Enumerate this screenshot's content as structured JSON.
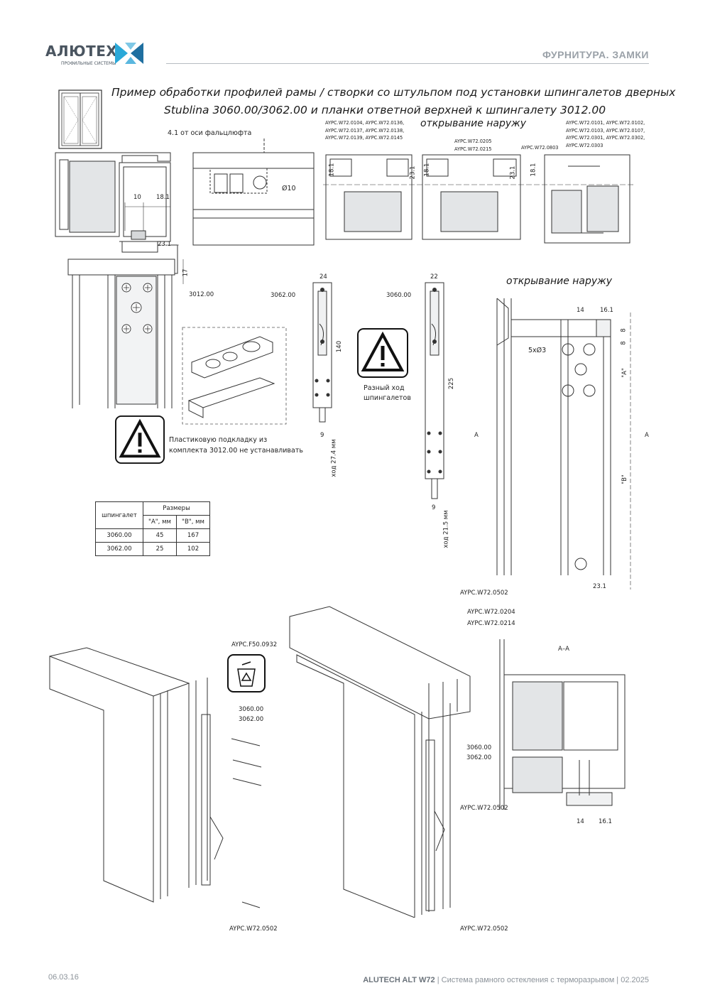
{
  "header": {
    "brand": "АЛЮТЕХ",
    "brand_sub": "ПРОФИЛЬНЫЕ СИСТЕМЫ",
    "section": "ФУРНИТУРА. ЗАМКИ",
    "accent_color": "#2aa8d8",
    "line_color": "#b7bcc1"
  },
  "title": {
    "line1": "Пример обработки профилей рамы / створки со штульпом под установки шпингалетов дверных",
    "line2": "Stublina 3060.00/3062.00 и планки ответной верхней к шпингалету 3012.00"
  },
  "labels": {
    "axis_offset": "4.1 от оси фальцлюфта",
    "d10": "Ø10",
    "d10_val": "10",
    "d18_1": "18.1",
    "d23_1": "23.1",
    "d17": "17",
    "p3012": "3012.00",
    "p3062": "3062.00",
    "p3060": "3060.00",
    "d24": "24",
    "d22": "22",
    "d140": "140",
    "d225": "225",
    "d9": "9",
    "stroke27": "ход 27.4 мм",
    "stroke21": "ход 21.5 мм",
    "open_out": "открывание наружу",
    "warn1": "Пластиковую подкладку из комплекта 3012.00 не устанавливать",
    "warn2": "Разный ход шпингалетов",
    "d14": "14",
    "d16_1": "16.1",
    "d8": "8",
    "holes": "5xØ3",
    "dimA": "\"А\"",
    "dimB": "\"В\"",
    "secA": "A",
    "secAA": "A–A",
    "ayrpc0502": "AYPC.W72.0502",
    "ayrpc0204": "AYPC.W72.0204",
    "ayrpc0214": "AYPC.W72.0214",
    "ayrpcF50": "AYPC.F50.0932",
    "ayrpc0803": "AYPC.W72.0803",
    "group1": [
      "AYPC.W72.0104,  AYPC.W72.0136,",
      "AYPC.W72.0137,  AYPC.W72.0138,",
      "AYPC.W72.0139,  AYPC.W72.0145"
    ],
    "group2": [
      "AYPC.W72.0205",
      "AYPC.W72.0215"
    ],
    "group3": [
      "AYPC.W72.0101,  AYPC.W72.0102,",
      "AYPC.W72.0103,  AYPC.W72.0107,",
      "AYPC.W72.0301,  AYPC.W72.0302,",
      "AYPC.W72.0303"
    ]
  },
  "table": {
    "col_main": "шпингалет",
    "col_group": "Размеры",
    "col_a": "\"А\", мм",
    "col_b": "\"В\", мм",
    "rows": [
      {
        "name": "3060.00",
        "a": "45",
        "b": "167"
      },
      {
        "name": "3062.00",
        "a": "25",
        "b": "102"
      }
    ]
  },
  "footer": {
    "date": "06.03.16",
    "product": "ALUTECH ALT W72",
    "description": " | Система рамного остекления с терморазрывом | 02.2025"
  }
}
